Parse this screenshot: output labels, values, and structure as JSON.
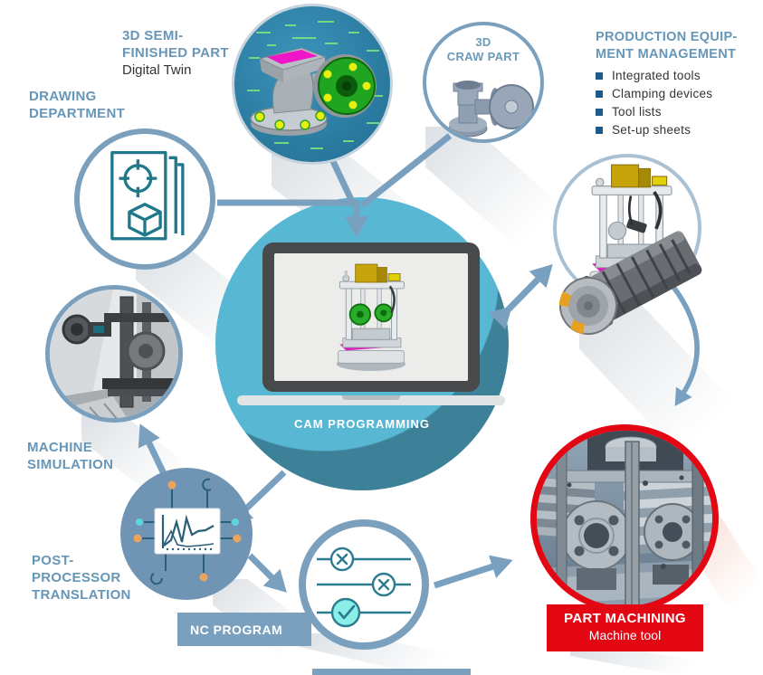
{
  "diagram": {
    "nodes": {
      "semi_finished": {
        "title_line1": "3D SEMI-",
        "title_line2": "FINISHED PART",
        "subtitle": "Digital Twin"
      },
      "drawing": {
        "line1": "DRAWING",
        "line2": "DEPARTMENT"
      },
      "craw": {
        "line1": "3D",
        "line2": "CRAW PART"
      },
      "production": {
        "title_line1": "PRODUCTION EQUIP-",
        "title_line2": "MENT MANAGEMENT",
        "items": [
          "Integrated tools",
          "Clamping devices",
          "Tool lists",
          "Set-up sheets"
        ]
      },
      "cam": {
        "label": "CAM PROGRAMMING"
      },
      "machine_simulation": {
        "line1": "MACHINE",
        "line2": "SIMULATION"
      },
      "post_processor": {
        "line1": "POST-",
        "line2": "PROCESSOR",
        "line3": "TRANSLATION"
      },
      "nc_program": {
        "label": "NC PROGRAM"
      },
      "part_machining": {
        "title": "PART MACHINING",
        "subtitle": "Machine tool"
      }
    },
    "icons": {
      "drawing_node": "document-crosshair-cube-icon",
      "post_processor_node": "circuit-chart-icon",
      "nc_program_node": "toggle-checklist-icon"
    },
    "colors": {
      "label_blue": "#6696b8",
      "bullet_navy": "#1e5a8a",
      "steel_arrow": "#7aa0bf",
      "steel_fill": "#7094b3",
      "teal_light": "#58b8d4",
      "teal_dark": "#3d8199",
      "icon_teal": "#23798d",
      "red": "#e30613",
      "cyan": "#8ceee8",
      "orange": "#e9a55d",
      "text_dark": "#333333"
    }
  }
}
